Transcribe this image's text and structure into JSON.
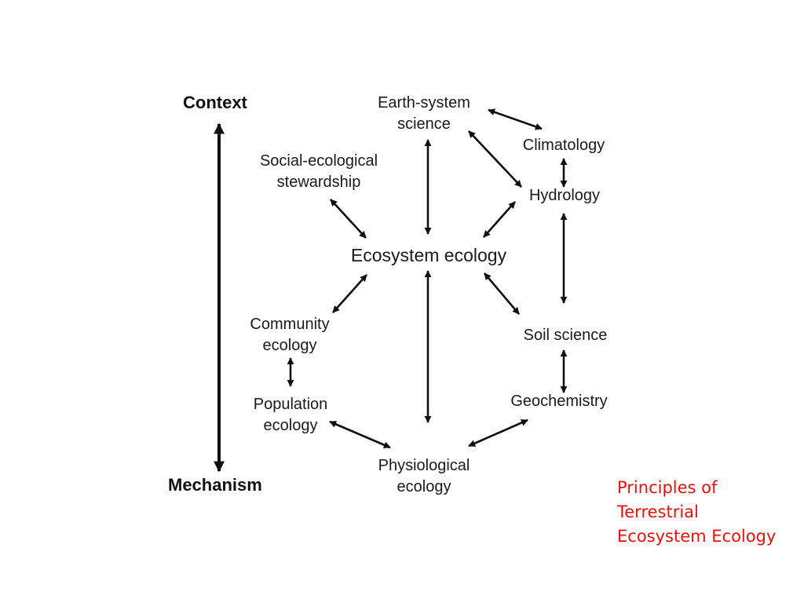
{
  "axis": {
    "top_label": "Context",
    "bottom_label": "Mechanism"
  },
  "nodes": {
    "earth_system_science": [
      "Earth-system",
      "science"
    ],
    "social_ecological_stewardship": [
      "Social-ecological",
      "stewardship"
    ],
    "climatology": [
      "Climatology"
    ],
    "hydrology": [
      "Hydrology"
    ],
    "ecosystem_ecology": [
      "Ecosystem ecology"
    ],
    "community_ecology": [
      "Community",
      "ecology"
    ],
    "soil_science": [
      "Soil science"
    ],
    "population_ecology": [
      "Population",
      "ecology"
    ],
    "geochemistry": [
      "Geochemistry"
    ],
    "physiological_ecology": [
      "Physiological",
      "ecology"
    ]
  },
  "links": [
    [
      "earth_system_science",
      "climatology"
    ],
    [
      "earth_system_science",
      "ecosystem_ecology"
    ],
    [
      "earth_system_science",
      "hydrology"
    ],
    [
      "social_ecological_stewardship",
      "ecosystem_ecology"
    ],
    [
      "climatology",
      "hydrology"
    ],
    [
      "hydrology",
      "ecosystem_ecology"
    ],
    [
      "hydrology",
      "soil_science"
    ],
    [
      "community_ecology",
      "ecosystem_ecology"
    ],
    [
      "ecosystem_ecology",
      "soil_science"
    ],
    [
      "ecosystem_ecology",
      "physiological_ecology"
    ],
    [
      "community_ecology",
      "population_ecology"
    ],
    [
      "soil_science",
      "geochemistry"
    ],
    [
      "population_ecology",
      "physiological_ecology"
    ],
    [
      "geochemistry",
      "physiological_ecology"
    ]
  ],
  "caption": [
    "Principles of",
    "Terrestrial",
    "Ecosystem Ecology"
  ],
  "colors": {
    "text": "#1a1a1a",
    "arrow": "#111111",
    "caption": "#e8100c",
    "background": "#ffffff"
  }
}
